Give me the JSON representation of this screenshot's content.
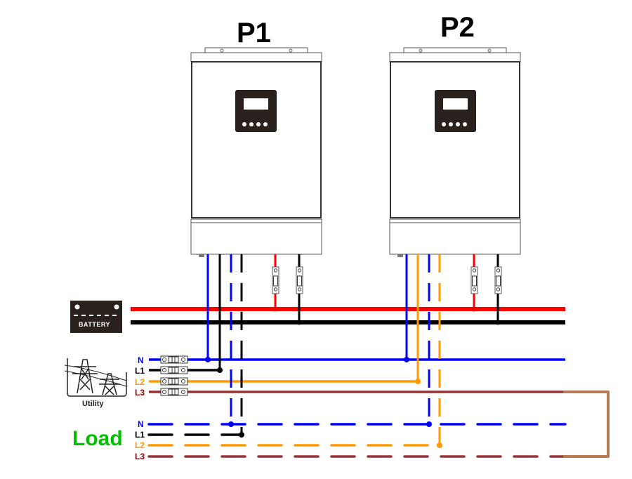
{
  "diagram": {
    "units": [
      {
        "id": "P1",
        "label": "P1"
      },
      {
        "id": "P2",
        "label": "P2"
      }
    ],
    "battery": {
      "label": "BATTERY",
      "positive_color": "#ff0000",
      "negative_color": "#000000"
    },
    "utility": {
      "label": "Utility"
    },
    "load": {
      "label": "Load",
      "color": "#00c000"
    },
    "phases": [
      {
        "id": "N",
        "label": "N",
        "color": "#0000ff"
      },
      {
        "id": "L1",
        "label": "L1",
        "color": "#000000"
      },
      {
        "id": "L2",
        "label": "L2",
        "color": "#ff9900"
      },
      {
        "id": "L3",
        "label": "L3",
        "color": "#993333"
      }
    ],
    "load_phases": [
      {
        "id": "N",
        "label": "N",
        "color": "#0000ff"
      },
      {
        "id": "L1",
        "label": "L1",
        "color": "#000000"
      },
      {
        "id": "L2",
        "label": "L2",
        "color": "#ff9900"
      },
      {
        "id": "L3",
        "label": "L3",
        "color": "#993333"
      }
    ],
    "connections": {
      "P1": {
        "ac_input": "L1",
        "ac_output": "L1"
      },
      "P2": {
        "ac_input": "L2",
        "ac_output": "L2"
      }
    },
    "jumper_color": "#b87a50"
  }
}
